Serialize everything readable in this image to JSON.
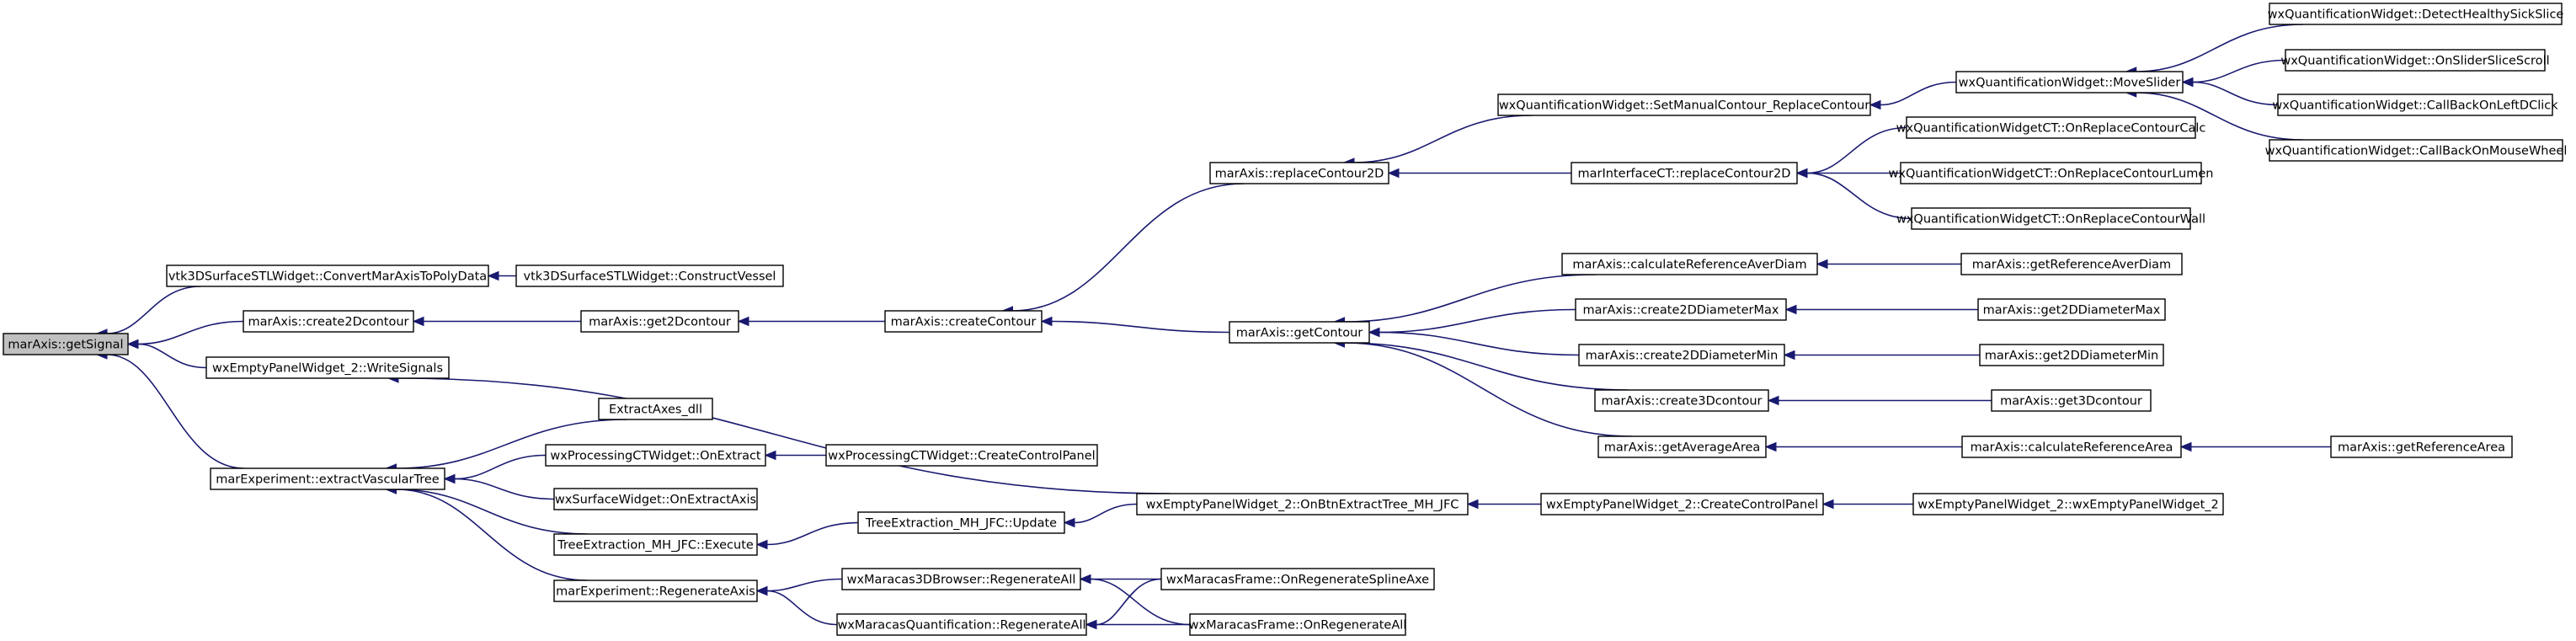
{
  "graph": {
    "nodes": [
      {
        "id": "n0",
        "label": "marAxis::getSignal",
        "root": true
      },
      {
        "id": "n1",
        "label": "vtk3DSurfaceSTLWidget::ConvertMarAxisToPolyData"
      },
      {
        "id": "n2",
        "label": "vtk3DSurfaceSTLWidget::ConstructVessel"
      },
      {
        "id": "n3",
        "label": "marAxis::create2Dcontour"
      },
      {
        "id": "n4",
        "label": "marAxis::get2Dcontour"
      },
      {
        "id": "n5",
        "label": "marAxis::createContour"
      },
      {
        "id": "n6",
        "label": "marAxis::replaceContour2D"
      },
      {
        "id": "n7",
        "label": "wxQuantificationWidget::SetManualContour_ReplaceContour"
      },
      {
        "id": "n8",
        "label": "wxQuantificationWidget::MoveSlider"
      },
      {
        "id": "n9",
        "label": "wxQuantificationWidget::DetectHealthySickSlice"
      },
      {
        "id": "n10",
        "label": "wxQuantificationWidget::OnSliderSliceScroll"
      },
      {
        "id": "n11",
        "label": "wxQuantificationWidget::CallBackOnLeftDClick"
      },
      {
        "id": "n12",
        "label": "wxQuantificationWidget::CallBackOnMouseWheel"
      },
      {
        "id": "n13",
        "label": "marInterfaceCT::replaceContour2D"
      },
      {
        "id": "n14",
        "label": "wxQuantificationWidgetCT::OnReplaceContourCalc"
      },
      {
        "id": "n15",
        "label": "wxQuantificationWidgetCT::OnReplaceContourLumen"
      },
      {
        "id": "n16",
        "label": "wxQuantificationWidgetCT::OnReplaceContourWall"
      },
      {
        "id": "n17",
        "label": "marAxis::getContour"
      },
      {
        "id": "n18",
        "label": "marAxis::calculateReferenceAverDiam"
      },
      {
        "id": "n19",
        "label": "marAxis::getReferenceAverDiam"
      },
      {
        "id": "n20",
        "label": "marAxis::create2DDiameterMax"
      },
      {
        "id": "n21",
        "label": "marAxis::get2DDiameterMax"
      },
      {
        "id": "n22",
        "label": "marAxis::create2DDiameterMin"
      },
      {
        "id": "n23",
        "label": "marAxis::get2DDiameterMin"
      },
      {
        "id": "n24",
        "label": "marAxis::create3Dcontour"
      },
      {
        "id": "n25",
        "label": "marAxis::get3Dcontour"
      },
      {
        "id": "n26",
        "label": "marAxis::getAverageArea"
      },
      {
        "id": "n27",
        "label": "marAxis::calculateReferenceArea"
      },
      {
        "id": "n28",
        "label": "marAxis::getReferenceArea"
      },
      {
        "id": "n29",
        "label": "wxEmptyPanelWidget_2::WriteSignals"
      },
      {
        "id": "n30",
        "label": "wxEmptyPanelWidget_2::OnBtnExtractTree_MH_JFC"
      },
      {
        "id": "n31",
        "label": "wxEmptyPanelWidget_2::CreateControlPanel"
      },
      {
        "id": "n32",
        "label": "wxEmptyPanelWidget_2::wxEmptyPanelWidget_2"
      },
      {
        "id": "n33",
        "label": "marExperiment::extractVascularTree"
      },
      {
        "id": "n34",
        "label": "ExtractAxes_dll"
      },
      {
        "id": "n35",
        "label": "wxProcessingCTWidget::OnExtract"
      },
      {
        "id": "n36",
        "label": "wxProcessingCTWidget::CreateControlPanel"
      },
      {
        "id": "n37",
        "label": "wxSurfaceWidget::OnExtractAxis"
      },
      {
        "id": "n38",
        "label": "TreeExtraction_MH_JFC::Execute"
      },
      {
        "id": "n39",
        "label": "TreeExtraction_MH_JFC::Update"
      },
      {
        "id": "n40",
        "label": "marExperiment::RegenerateAxis"
      },
      {
        "id": "n41",
        "label": "wxMaracas3DBrowser::RegenerateAll"
      },
      {
        "id": "n42",
        "label": "wxMaracasFrame::OnRegenerateSplineAxe"
      },
      {
        "id": "n43",
        "label": "wxMaracasQuantification::RegenerateAll"
      },
      {
        "id": "n44",
        "label": "wxMaracasFrame::OnRegenerateAll"
      }
    ],
    "edges": [
      {
        "from": "n1",
        "to": "n0"
      },
      {
        "from": "n2",
        "to": "n1"
      },
      {
        "from": "n3",
        "to": "n0"
      },
      {
        "from": "n4",
        "to": "n3"
      },
      {
        "from": "n5",
        "to": "n4"
      },
      {
        "from": "n6",
        "to": "n5"
      },
      {
        "from": "n7",
        "to": "n6"
      },
      {
        "from": "n8",
        "to": "n7"
      },
      {
        "from": "n9",
        "to": "n8"
      },
      {
        "from": "n10",
        "to": "n8"
      },
      {
        "from": "n11",
        "to": "n8"
      },
      {
        "from": "n12",
        "to": "n8"
      },
      {
        "from": "n13",
        "to": "n6"
      },
      {
        "from": "n14",
        "to": "n13"
      },
      {
        "from": "n15",
        "to": "n13"
      },
      {
        "from": "n16",
        "to": "n13"
      },
      {
        "from": "n17",
        "to": "n5"
      },
      {
        "from": "n18",
        "to": "n17"
      },
      {
        "from": "n19",
        "to": "n18"
      },
      {
        "from": "n20",
        "to": "n17"
      },
      {
        "from": "n21",
        "to": "n20"
      },
      {
        "from": "n22",
        "to": "n17"
      },
      {
        "from": "n23",
        "to": "n22"
      },
      {
        "from": "n24",
        "to": "n17"
      },
      {
        "from": "n25",
        "to": "n24"
      },
      {
        "from": "n26",
        "to": "n17"
      },
      {
        "from": "n27",
        "to": "n26"
      },
      {
        "from": "n28",
        "to": "n27"
      },
      {
        "from": "n29",
        "to": "n0"
      },
      {
        "from": "n30",
        "to": "n29"
      },
      {
        "from": "n31",
        "to": "n30"
      },
      {
        "from": "n32",
        "to": "n31"
      },
      {
        "from": "n33",
        "to": "n0"
      },
      {
        "from": "n34",
        "to": "n33"
      },
      {
        "from": "n35",
        "to": "n33"
      },
      {
        "from": "n36",
        "to": "n35"
      },
      {
        "from": "n37",
        "to": "n33"
      },
      {
        "from": "n38",
        "to": "n33"
      },
      {
        "from": "n39",
        "to": "n38"
      },
      {
        "from": "n30",
        "to": "n39"
      },
      {
        "from": "n40",
        "to": "n33"
      },
      {
        "from": "n41",
        "to": "n40"
      },
      {
        "from": "n42",
        "to": "n41"
      },
      {
        "from": "n44",
        "to": "n41"
      },
      {
        "from": "n43",
        "to": "n40"
      },
      {
        "from": "n42",
        "to": "n43"
      },
      {
        "from": "n44",
        "to": "n43"
      }
    ]
  }
}
